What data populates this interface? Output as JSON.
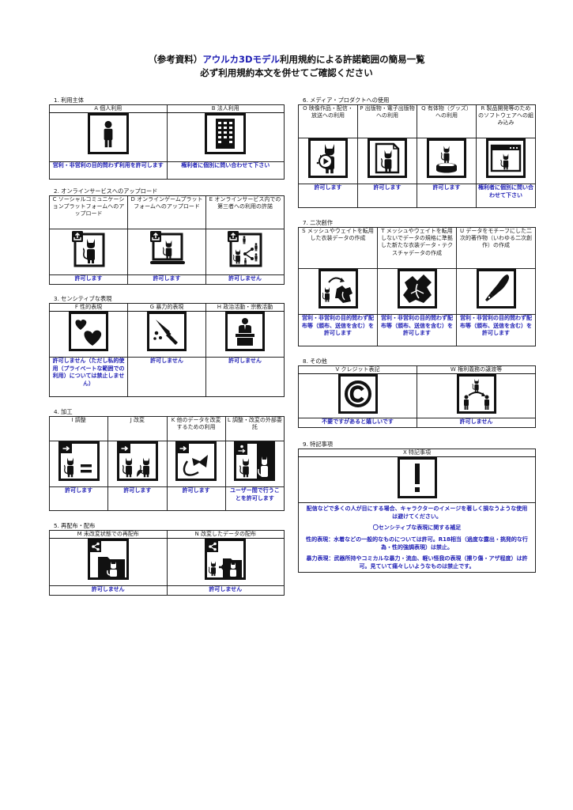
{
  "header": {
    "title_prefix": "（参考資料）",
    "title_accent": "アウルカ3Dモデル",
    "title_suffix": "利用規約による許諾範囲の簡易一覧",
    "subtitle": "必ず利用規約本文を併せてご確認ください"
  },
  "colors": {
    "accent": "#1f1fb4",
    "border": "#111111",
    "background": "#ffffff"
  },
  "sections": {
    "s1": {
      "label": "1. 利用主体",
      "items": [
        {
          "id": "A",
          "title": "A 個人利用",
          "icon": "person-icon",
          "result": "営利・非営利の目的問わず利用を許可します"
        },
        {
          "id": "B",
          "title": "B 法人利用",
          "icon": "building-icon",
          "result": "権利者に個別に問い合わせて下さい"
        }
      ]
    },
    "s2": {
      "label": "2. オンラインサービスへのアップロード",
      "items": [
        {
          "id": "C",
          "title": "C ソーシャルコミュニケーションプラットフォームへのアップロード",
          "icon": "upload-sns-icon",
          "result": "許可します"
        },
        {
          "id": "D",
          "title": "D オンラインゲームプラットフォームへのアップロード",
          "icon": "upload-game-icon",
          "result": "許可します"
        },
        {
          "id": "E",
          "title": "E オンラインサービス内での第三者への利用の許諾",
          "icon": "share-third-party-icon",
          "result": "許可しません"
        }
      ]
    },
    "s3": {
      "label": "3. センシティブな表現",
      "items": [
        {
          "id": "F",
          "title": "F 性的表現",
          "icon": "hearts-icon",
          "result": "許可しません（ただし私的使用（プライベートな範囲での利用）については禁止しません）"
        },
        {
          "id": "G",
          "title": "G 暴力的表現",
          "icon": "knife-icon",
          "result": "許可しません"
        },
        {
          "id": "H",
          "title": "H 政治活動・宗教活動",
          "icon": "podium-speaker-icon",
          "result": "許可しません"
        }
      ]
    },
    "s4": {
      "label": "4. 加工",
      "items": [
        {
          "id": "I",
          "title": "I 調整",
          "icon": "adjust-icon",
          "result": "許可します"
        },
        {
          "id": "J",
          "title": "J 改変",
          "icon": "modify-icon",
          "result": "許可します"
        },
        {
          "id": "K",
          "title": "K 他のデータを改変するための利用",
          "icon": "parts-reuse-icon",
          "result": "許可します"
        },
        {
          "id": "L",
          "title": "L 調整・改変の外部委託",
          "icon": "outsource-icon",
          "result": "ユーザー間で行うことを許可します"
        }
      ]
    },
    "s5": {
      "label": "5. 再配布・配布",
      "items": [
        {
          "id": "M",
          "title": "M 未改変状態での再配布",
          "icon": "redistribute-icon",
          "result": "許可しません"
        },
        {
          "id": "N",
          "title": "N 改変したデータの配布",
          "icon": "distribute-modified-icon",
          "result": "許可しません"
        }
      ]
    },
    "s6": {
      "label": "6. メディア・プロダクトへの使用",
      "items": [
        {
          "id": "O",
          "title": "O 映像作品・配信・放送への利用",
          "icon": "video-play-icon",
          "result": "許可します"
        },
        {
          "id": "P",
          "title": "P 出版物・電子出版物への利用",
          "icon": "publication-icon",
          "result": "許可します"
        },
        {
          "id": "Q",
          "title": "Q 有体物（グッズ）への利用",
          "icon": "figure-goods-icon",
          "result": "許可します"
        },
        {
          "id": "R",
          "title": "R 製品開発等のためのソフトウェアへの組み込み",
          "icon": "software-window-icon",
          "result": "権利者に個別に問い合わせて下さい"
        }
      ]
    },
    "s7": {
      "label": "7. 二次創作",
      "items": [
        {
          "id": "S",
          "title": "S メッシュやウェイトを転用した衣装データの作成",
          "icon": "costume-transfer-icon",
          "result": "営利・非営利の目的問わず配布等（頒布、送信を含む）を許可します"
        },
        {
          "id": "T",
          "title": "T メッシュやウェイトを転用しないでデータの規格に準拠した新たな衣装データ・テクスチャデータの作成",
          "icon": "costume-new-icon",
          "result": "営利・非営利の目的問わず配布等（頒布、送信を含む）を許可します"
        },
        {
          "id": "U",
          "title": "U データをモチーフにした二次的著作物（いわゆる二次創作）の作成",
          "icon": "pen-icon",
          "result": "営利・非営利の目的問わず配布等（頒布、送信を含む）を許可します"
        }
      ]
    },
    "s8": {
      "label": "8. その他",
      "items": [
        {
          "id": "V",
          "title": "V クレジット表記",
          "icon": "copyright-icon",
          "result": "不要ですがあると嬉しいです"
        },
        {
          "id": "W",
          "title": "W 権利義務の譲渡等",
          "icon": "transfer-rights-icon",
          "result": "許可しません"
        }
      ]
    },
    "s9": {
      "label": "9. 特記事項",
      "title": "X 特記事項",
      "icon": "exclamation-icon",
      "notes": [
        "配信などで多くの人が目にする場合、キャラクターのイメージを著しく損なうような使用は避けてください。",
        "〇センシティブな表現に関する補足",
        "性的表現：水着などの一般的なものについては許可。R18相当（過度な露出・挑発的な行為・性的強調表現）は禁止。",
        "暴力表現：武器所持やコミカルな暴力・流血、軽い怪我の表現（擦り傷・アザ程度）は許可。見ていて痛々しいようなものは禁止です。"
      ]
    }
  }
}
